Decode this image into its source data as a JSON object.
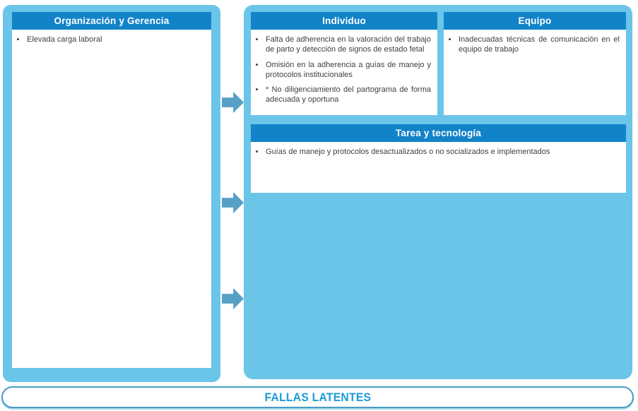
{
  "colors": {
    "panel_bg": "#6BC5E9",
    "header_bg": "#1283C9",
    "arrow": "#57A0C5",
    "footer_border": "#4A9CC2",
    "footer_text": "#1B9AD7",
    "body_text": "#3F3F3E"
  },
  "left_panel": {
    "header": "Organización y Gerencia",
    "items": [
      "Elevada carga laboral"
    ]
  },
  "right_panel": {
    "boxes": [
      {
        "header": "Individuo",
        "items": [
          "Falta de adherencia en la valoración del trabajo de parto y detección de signos de estado fetal",
          "Omisión en la adherencia a guías de manejo y protocolos institucionales",
          "* No diligenciamiento del partograma de forma adecuada y oportuna"
        ]
      },
      {
        "header": "Equipo",
        "items": [
          "Inadecuadas técnicas de comunicación en el equipo de trabajo"
        ]
      },
      {
        "header": "Tarea y tecnología",
        "items": [
          "Guías de manejo y protocolos desactualizados o no socializados e implementados"
        ]
      }
    ]
  },
  "arrows": {
    "icon": "right-arrow",
    "count": 3
  },
  "footer": {
    "label": "FALLAS LATENTES"
  }
}
